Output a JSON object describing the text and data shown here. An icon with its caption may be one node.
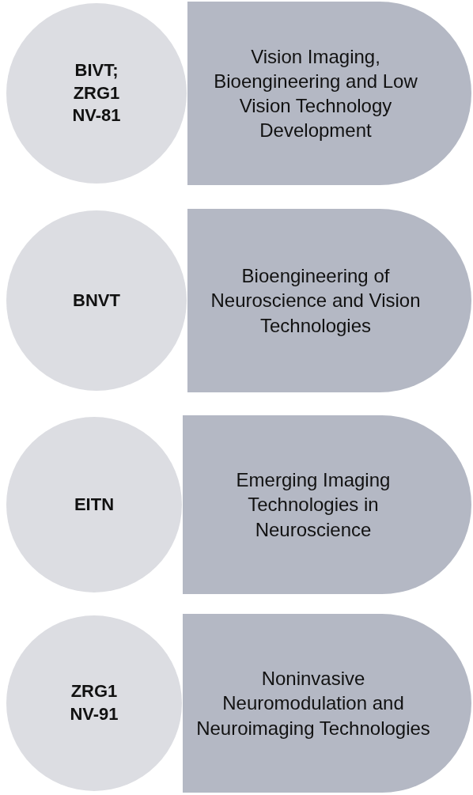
{
  "diagram": {
    "nodes": [
      {
        "text": [
          "BIVT; ZRG1 NV-81"
        ]
      },
      {
        "text": [
          "Vision Imaging, Bioengineering and Low Vision Technology Development"
        ]
      },
      {
        "text": [
          "BNVT"
        ]
      },
      {
        "text": [
          "Bioengineering of Neuroscience and Vision Technologies"
        ]
      },
      {
        "text": [
          "EITN"
        ]
      },
      {
        "text": [
          "Emerging Imaging Technologies in Neuroscience"
        ]
      },
      {
        "text": [
          "ZRG1 NV-91"
        ]
      },
      {
        "text": [
          "Noninvasive Neuromodulation and Neuroimaging Technologies"
        ]
      }
    ]
  }
}
